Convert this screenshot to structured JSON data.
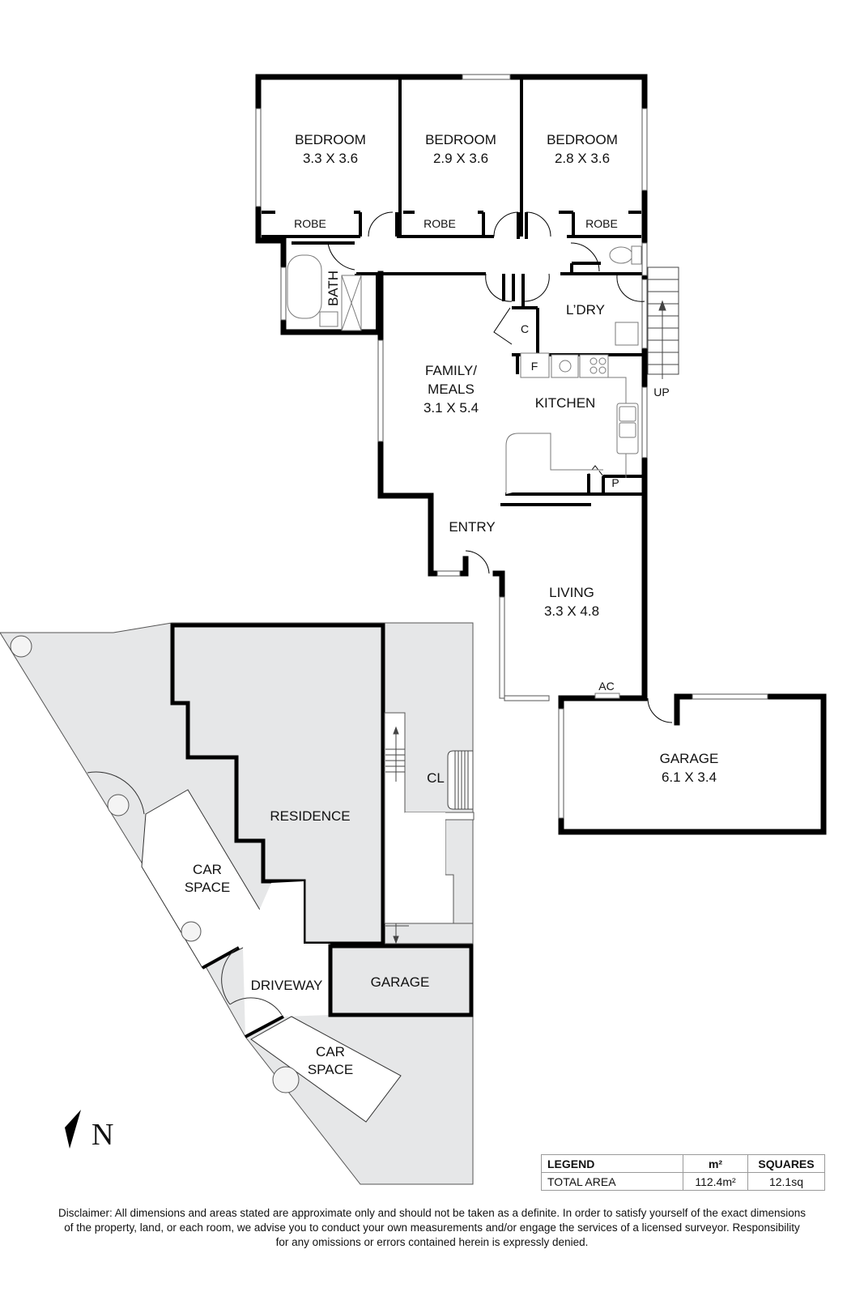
{
  "rooms": {
    "bedroom1": {
      "name": "BEDROOM",
      "size": "3.3 X 3.6"
    },
    "bedroom2": {
      "name": "BEDROOM",
      "size": "2.9 X 3.6"
    },
    "bedroom3": {
      "name": "BEDROOM",
      "size": "2.8 X 3.6"
    },
    "robe1": "ROBE",
    "robe2": "ROBE",
    "robe3": "ROBE",
    "bath": "BATH",
    "laundry": "L’DRY",
    "cupboard": "C",
    "fridge": "F",
    "family": {
      "name1": "FAMILY/",
      "name2": "MEALS",
      "size": "3.1 X 5.4"
    },
    "kitchen": "KITCHEN",
    "pantry": "P",
    "stairs_up": "UP",
    "entry": "ENTRY",
    "living": {
      "name": "LIVING",
      "size": "3.3 X 4.8"
    },
    "aircon": "AC",
    "garage": {
      "name": "GARAGE",
      "size": "6.1 X 3.4"
    }
  },
  "site": {
    "residence": "RESIDENCE",
    "clothesline": "CL",
    "car_space_1": {
      "line1": "CAR",
      "line2": "SPACE"
    },
    "car_space_2": {
      "line1": "CAR",
      "line2": "SPACE"
    },
    "driveway": "DRIVEWAY",
    "garage": "GARAGE"
  },
  "compass": {
    "label": "N"
  },
  "legend": {
    "headers": [
      "LEGEND",
      "m²",
      "SQUARES"
    ],
    "rows": [
      {
        "label": "TOTAL AREA",
        "m2": "112.4m²",
        "squares": "12.1sq"
      }
    ]
  },
  "disclaimer": {
    "line1": "Disclaimer: All dimensions and areas stated are approximate only and should not be taken as a definite. In order to satisfy yourself of the exact dimensions",
    "line2": "of the property, land, or each room, we advise you to conduct your own measurements and/or engage the services of a licensed surveyor. Responsibility",
    "line3": "for any omissions or errors contained herein is expressly denied."
  },
  "colors": {
    "wall": "#000000",
    "site_fill": "#e6e7e8",
    "fixture_line": "#7a7a7a"
  }
}
